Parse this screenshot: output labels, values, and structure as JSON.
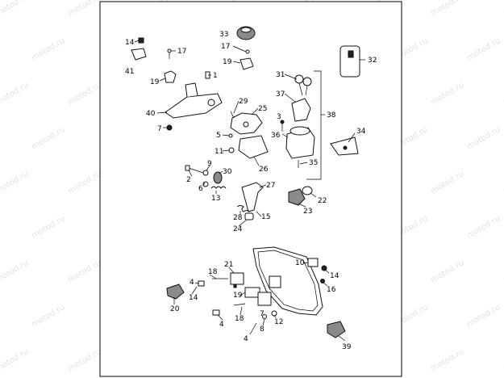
{
  "watermark": "motod.ru",
  "parts": {
    "p1": "1",
    "p2": "2",
    "p3": "3",
    "p4a": "4",
    "p4b": "4",
    "p4c": "4",
    "p5": "5",
    "p6": "6",
    "p7a": "7",
    "p7b": "7",
    "p8": "8",
    "p9": "9",
    "p10": "10",
    "p11": "11",
    "p12": "12",
    "p13": "13",
    "p14a": "14",
    "p14b": "14",
    "p14c": "14",
    "p15": "15",
    "p16": "16",
    "p17a": "17",
    "p17b": "17",
    "p18a": "18",
    "p18b": "18",
    "p19a": "19",
    "p19b": "19",
    "p19c": "19",
    "p20": "20",
    "p21": "21",
    "p22": "22",
    "p23": "23",
    "p24": "24",
    "p25": "25",
    "p26": "26",
    "p27": "27",
    "p28": "28",
    "p29": "29",
    "p30": "30",
    "p31": "31",
    "p32": "32",
    "p33": "33",
    "p34": "34",
    "p35": "35",
    "p36": "36",
    "p37": "37",
    "p38": "38",
    "p39": "39",
    "p40": "40",
    "p41": "41"
  }
}
